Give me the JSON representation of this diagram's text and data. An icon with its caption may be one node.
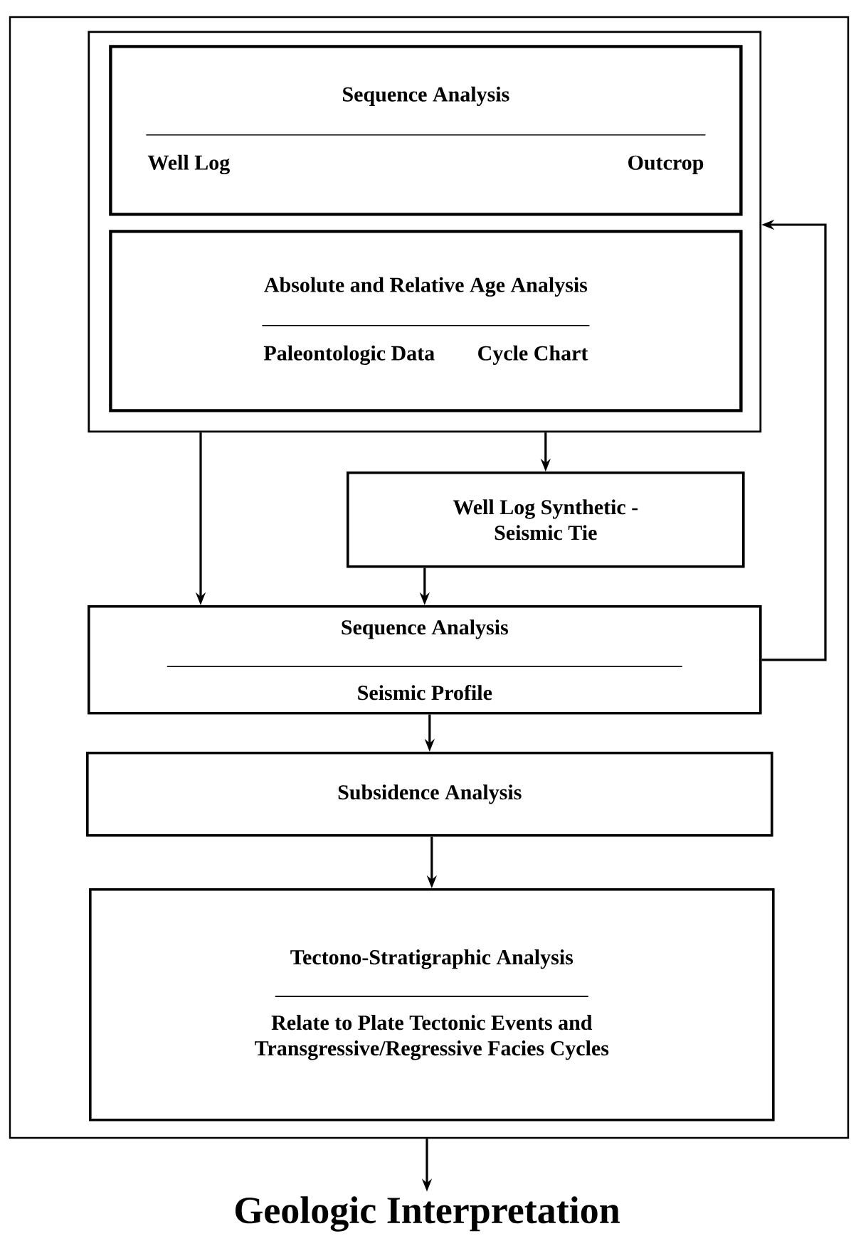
{
  "diagram": {
    "nodes": [
      {
        "text": [],
        "shape": "box"
      },
      {
        "text": [],
        "shape": "box",
        "in": 0
      },
      {
        "text": [
          "Sequence Analysis",
          "Well Log",
          "Outcrop"
        ],
        "in": 1
      },
      {
        "text": [
          "Absolute and Relative Age Analysis",
          "Paleontologic Data",
          "Cycle Chart"
        ],
        "in": 1
      },
      {
        "text": [
          "Well Log Synthetic - Seismic Tie"
        ],
        "in": 0
      },
      {
        "text": [
          "Sequence Analysis",
          "Seismic Profile"
        ],
        "in": 0
      },
      {
        "text": [
          "Subsidence Analysis"
        ],
        "in": 0
      },
      {
        "text": [
          "Tectono-Stratigraphic Analysis",
          "Relate to Plate Tectonic Events and Transgressive/Regressive Facies Cycles"
        ],
        "in": 0
      },
      {
        "text": [
          "Geologic Interpretation"
        ]
      }
    ],
    "edges": [
      {
        "from": 1,
        "to": 5,
        "arrow": "to"
      },
      {
        "from": 1,
        "to": 4,
        "arrow": "to"
      },
      {
        "from": 4,
        "to": 5,
        "arrow": "to"
      },
      {
        "from": 5,
        "to": 1,
        "arrow": "to"
      },
      {
        "from": 5,
        "to": 6,
        "arrow": "to"
      },
      {
        "from": 6,
        "to": 7,
        "arrow": "to"
      },
      {
        "from": 0,
        "to": 8,
        "arrow": "to"
      }
    ]
  }
}
